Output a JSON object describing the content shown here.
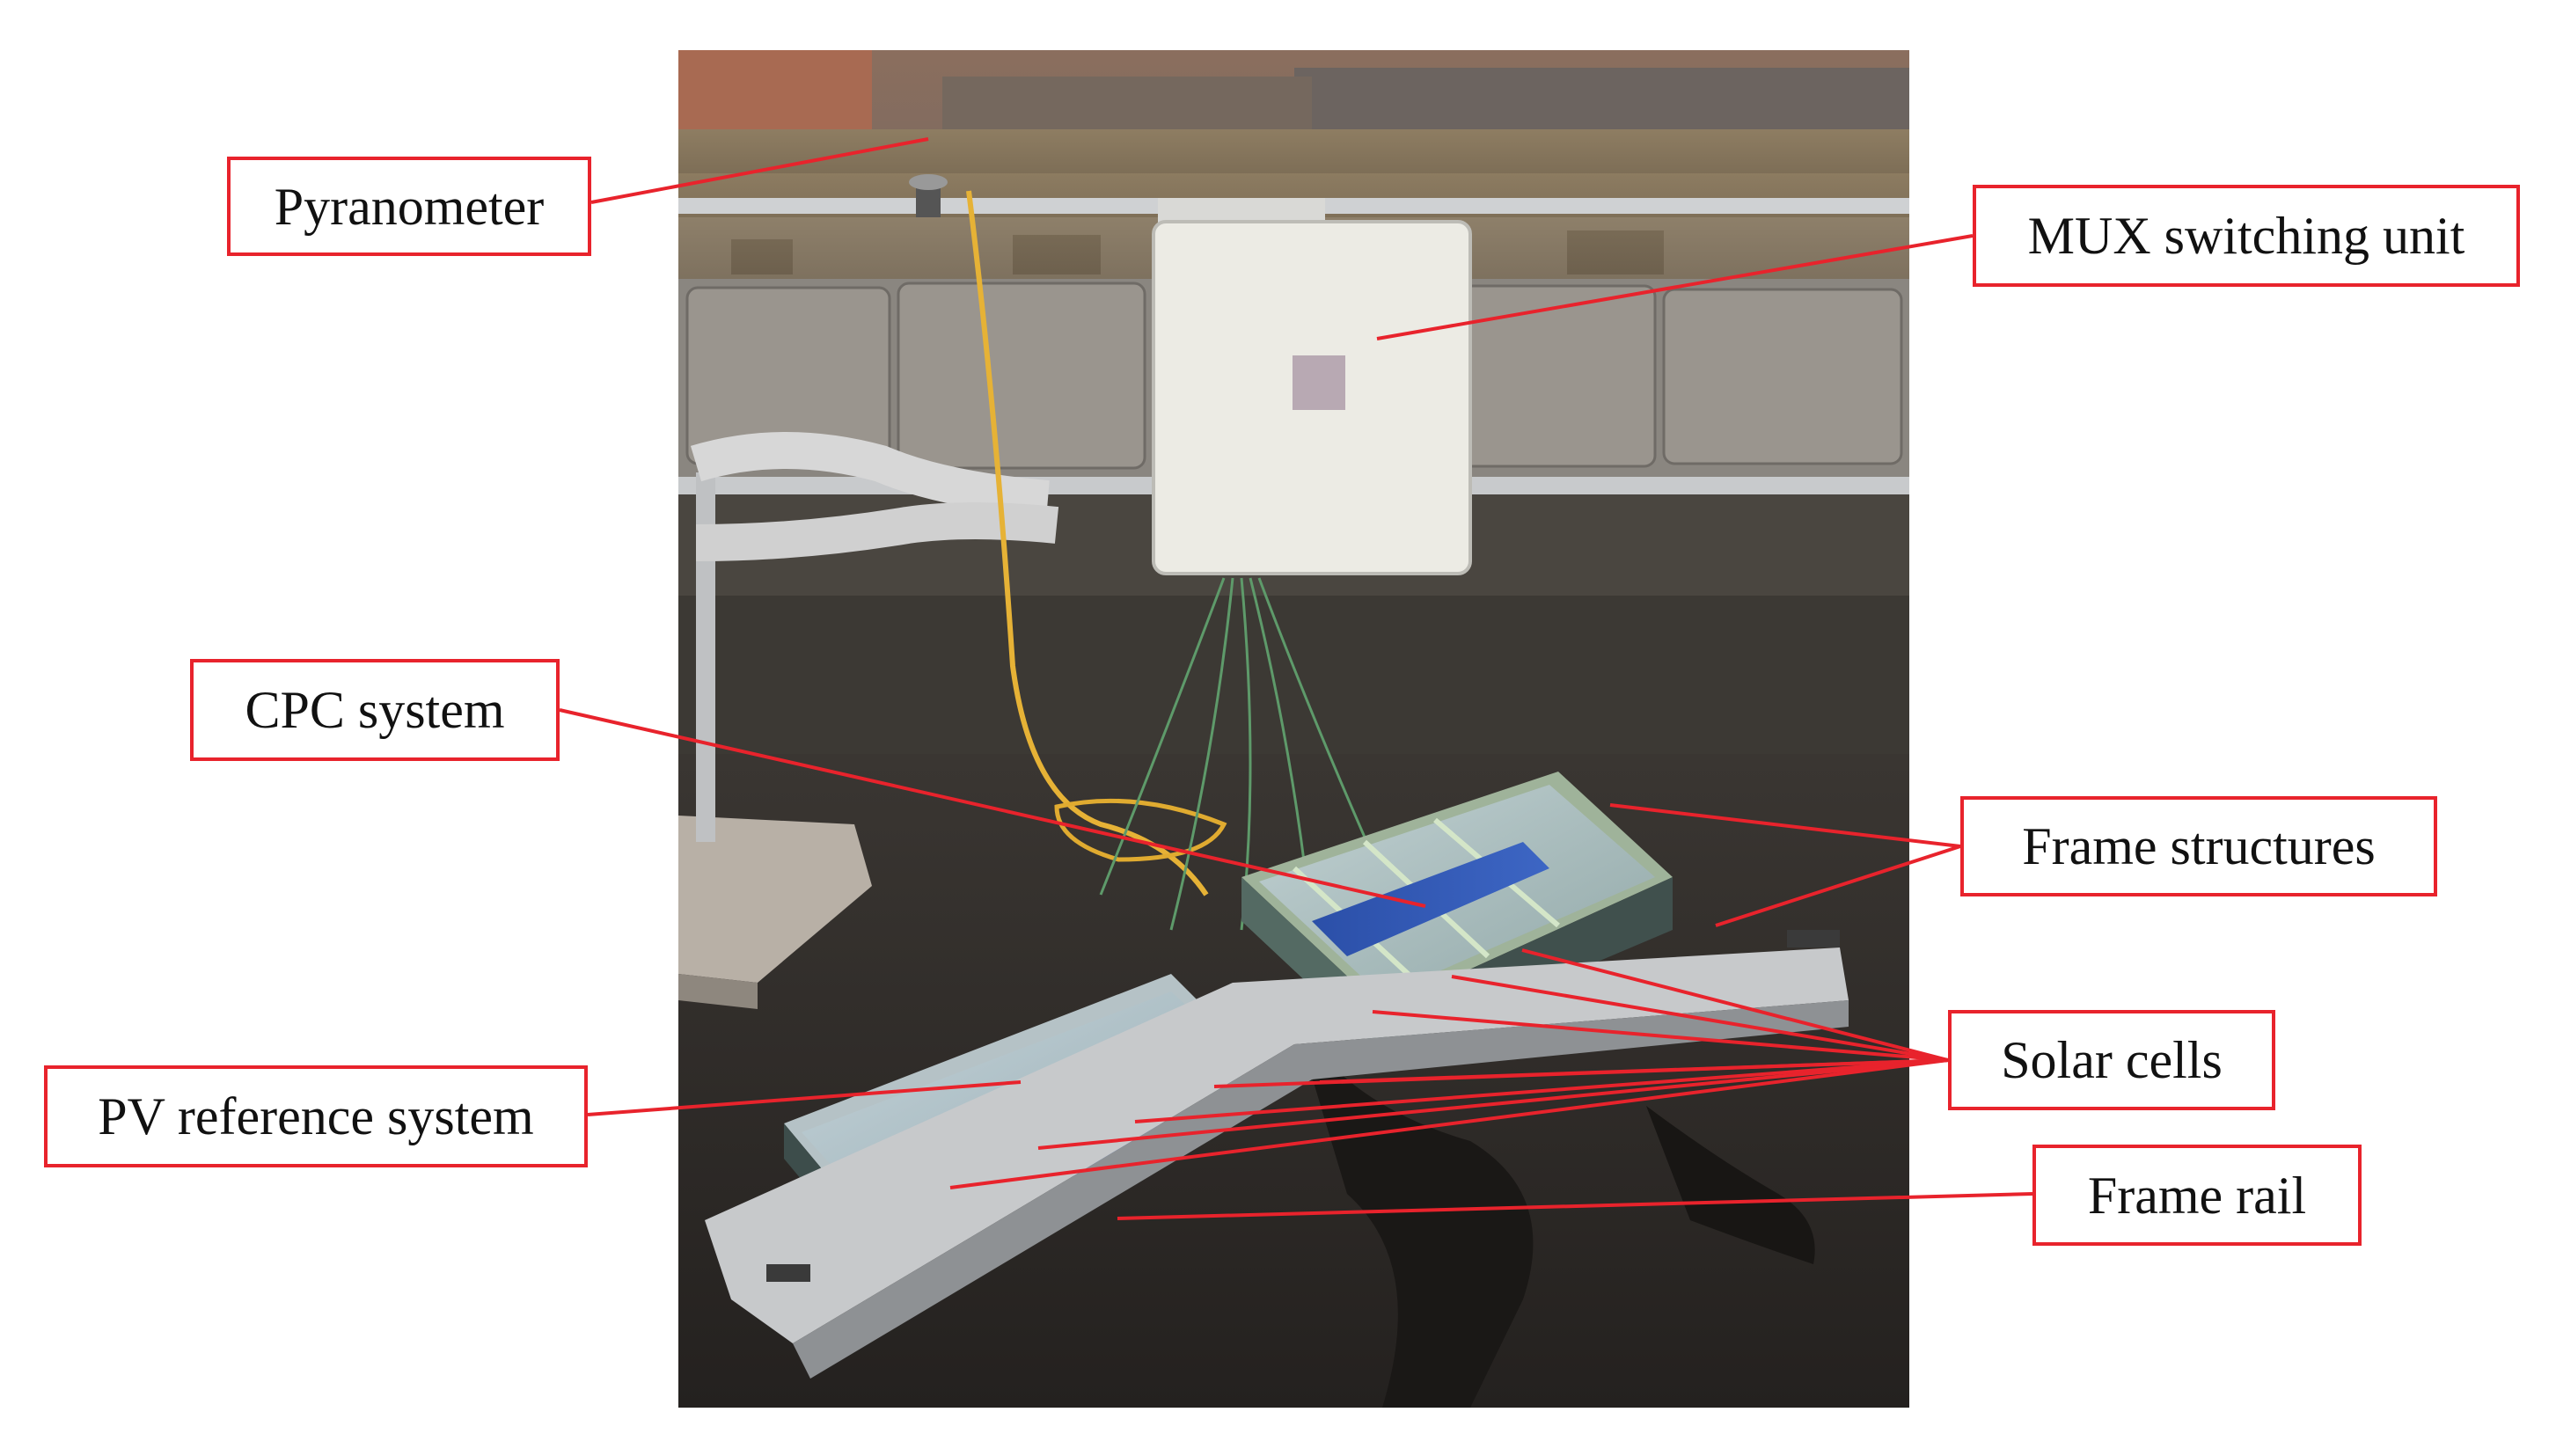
{
  "labels": {
    "pyranometer": "Pyranometer",
    "mux_unit": "MUX switching unit",
    "cpc_system": "CPC system",
    "frame_structures": "Frame structures",
    "solar_cells": "Solar cells",
    "pv_reference": "PV reference system",
    "frame_rail": "Frame rail"
  },
  "colors": {
    "callout_border": "#e8232c",
    "leader_line": "#e8232c"
  }
}
